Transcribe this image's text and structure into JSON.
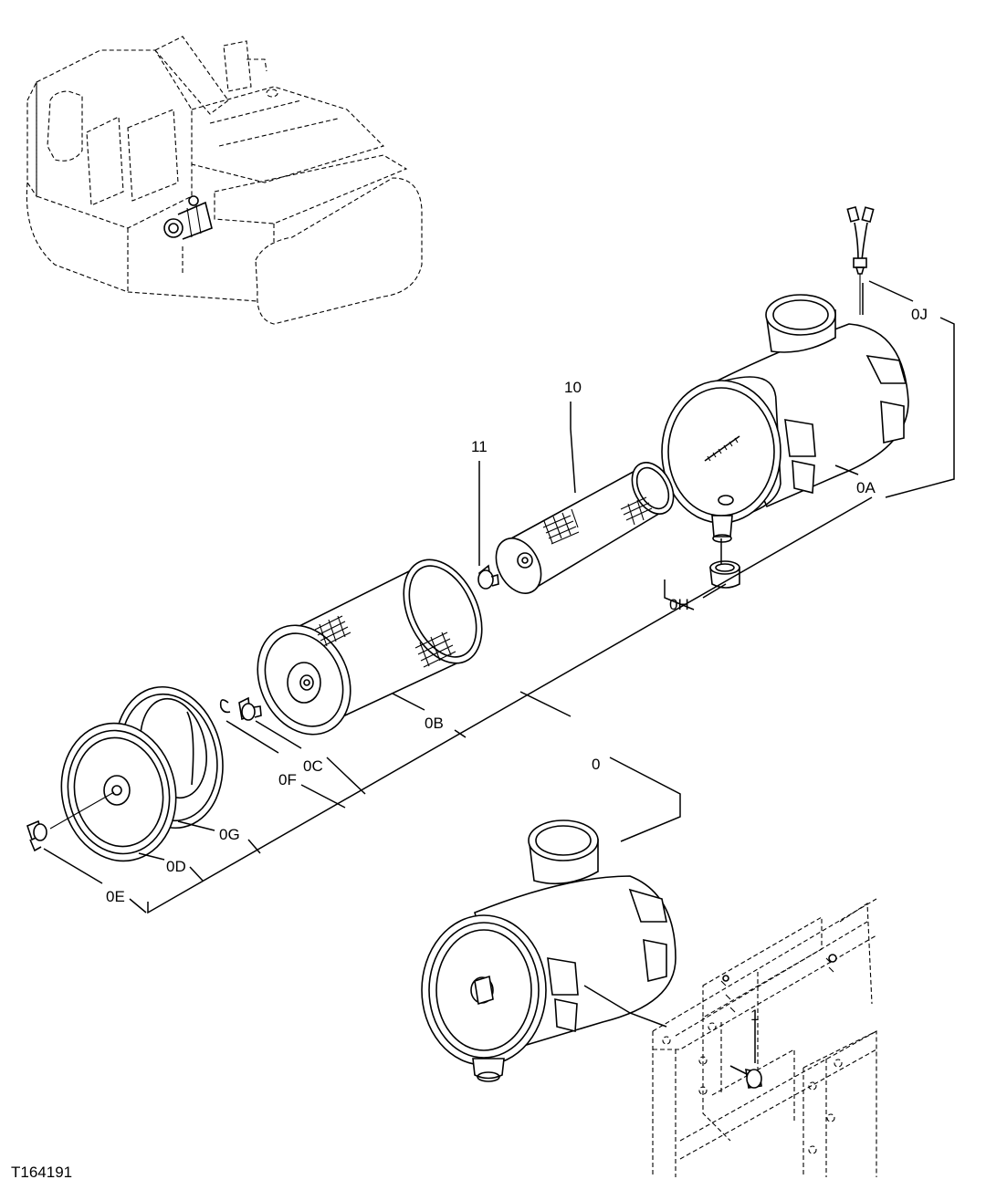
{
  "labels": {
    "l_0J": "0J",
    "l_10": "10",
    "l_11": "11",
    "l_0A": "0A",
    "l_0H": "0H",
    "l_0B": "0B",
    "l_0C": "0C",
    "l_0F": "0F",
    "l_0": "0",
    "l_0G": "0G",
    "l_0D": "0D",
    "l_0E": "0E",
    "l_1": "1"
  },
  "figure_id": "T164191",
  "colors": {
    "line": "#000000",
    "background": "#ffffff"
  },
  "icons": [
    "excavator-locator-view",
    "air-cleaner-assembly",
    "primary-filter-element",
    "secondary-filter-element",
    "wing-nut",
    "outer-cover",
    "gasket-ring",
    "dust-valve",
    "restriction-switch",
    "mounting-bracket",
    "cap-screw"
  ]
}
